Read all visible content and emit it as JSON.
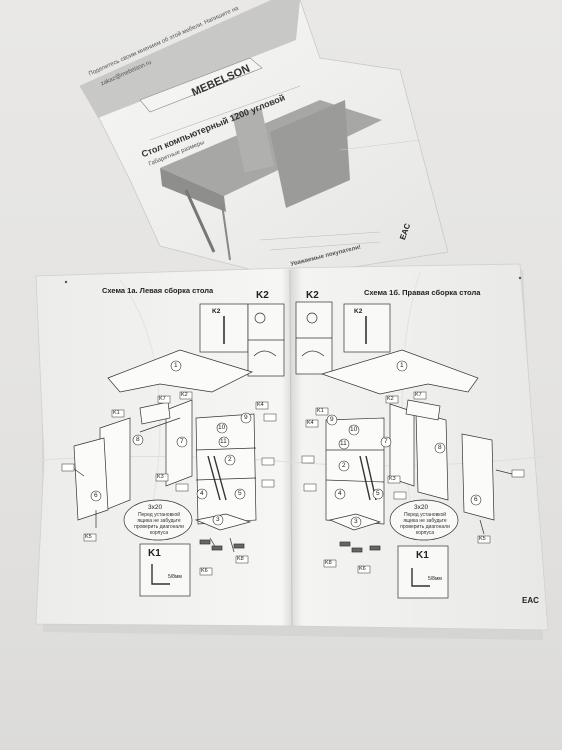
{
  "leaflet": {
    "top_note": "Поделитесь своим мнением об этой мебели. Напишите на",
    "top_note_email": "zakaz@mebelson.ru",
    "brand": "MEBELSON",
    "title": "Стол компьютерный 1200 угловой",
    "subtitle": "Габаритные размеры",
    "greeting": "Уважаемые покупатели!",
    "cert_mark": "EAC"
  },
  "instruction_sheet": {
    "scheme_left": "Схема 1а. Левая сборка стола",
    "scheme_right": "Схема 1б. Правая сборка стола",
    "k2_label": "K2",
    "k1_label": "K1",
    "screw_size": "3x20",
    "k1_dim": "5/8мм",
    "fixing_note": "Перед установкой ящика не забудьте проверить диагонали корпуса",
    "cert_mark": "EAC",
    "left_parts": [
      "1",
      "2",
      "3",
      "4",
      "5",
      "6",
      "7",
      "8",
      "9",
      "10",
      "11"
    ],
    "right_parts": [
      "1",
      "2",
      "3",
      "4",
      "5",
      "6",
      "7",
      "8",
      "9",
      "10",
      "11"
    ],
    "fasteners_left": [
      "K1",
      "K2",
      "K3",
      "K4",
      "K5",
      "K6",
      "K7",
      "K8"
    ],
    "fasteners_right": [
      "K1",
      "K2",
      "K3",
      "K4",
      "K5",
      "K6",
      "K7",
      "K8"
    ]
  }
}
